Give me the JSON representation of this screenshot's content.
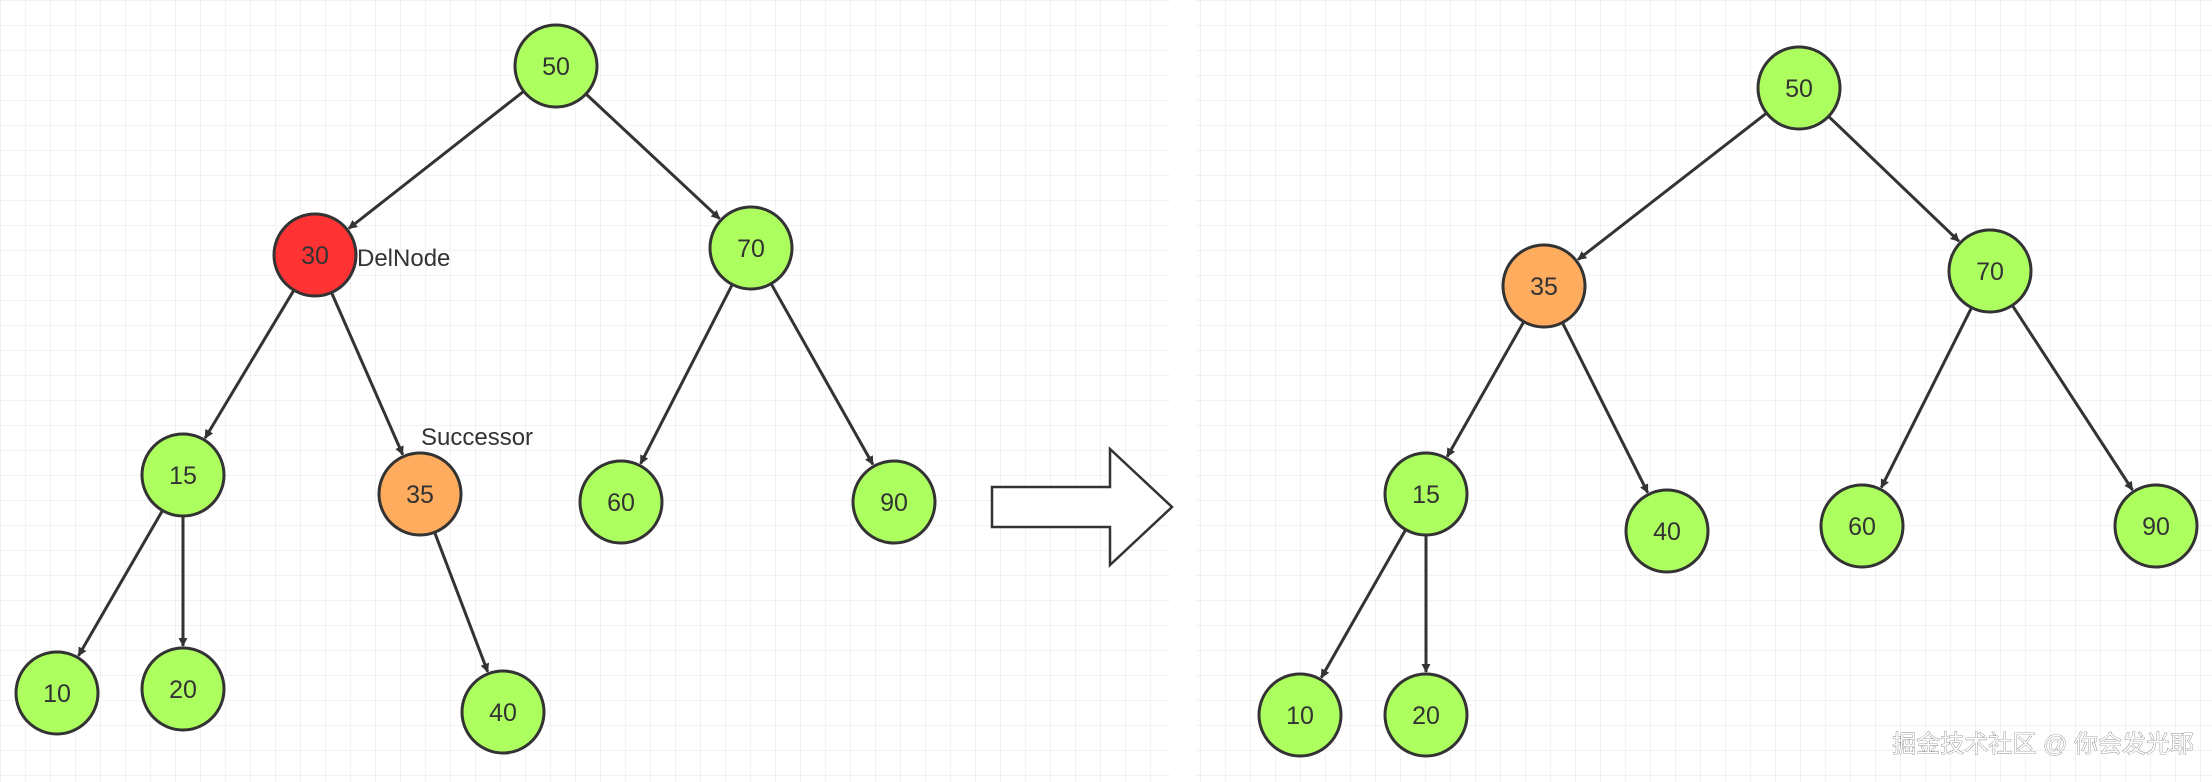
{
  "colors": {
    "normal_fill": "#ADFF5F",
    "delete_fill": "#FF3333",
    "successor_fill": "#FFAC5F",
    "stroke": "#333333",
    "grid": "#E6E6E6"
  },
  "before_tree": {
    "nodes": [
      {
        "id": "b50",
        "label": "50",
        "role": "normal"
      },
      {
        "id": "b30",
        "label": "30",
        "role": "delete"
      },
      {
        "id": "b70",
        "label": "70",
        "role": "normal"
      },
      {
        "id": "b15",
        "label": "15",
        "role": "normal"
      },
      {
        "id": "b35",
        "label": "35",
        "role": "successor"
      },
      {
        "id": "b60",
        "label": "60",
        "role": "normal"
      },
      {
        "id": "b90",
        "label": "90",
        "role": "normal"
      },
      {
        "id": "b10",
        "label": "10",
        "role": "normal"
      },
      {
        "id": "b20",
        "label": "20",
        "role": "normal"
      },
      {
        "id": "b40",
        "label": "40",
        "role": "normal"
      }
    ],
    "edges": [
      [
        "b50",
        "b30"
      ],
      [
        "b50",
        "b70"
      ],
      [
        "b30",
        "b15"
      ],
      [
        "b30",
        "b35"
      ],
      [
        "b70",
        "b60"
      ],
      [
        "b70",
        "b90"
      ],
      [
        "b15",
        "b10"
      ],
      [
        "b15",
        "b20"
      ],
      [
        "b35",
        "b40"
      ]
    ],
    "annotations": {
      "delnode": "DelNode",
      "successor": "Successor"
    }
  },
  "after_tree": {
    "nodes": [
      {
        "id": "a50",
        "label": "50",
        "role": "normal"
      },
      {
        "id": "a35",
        "label": "35",
        "role": "successor"
      },
      {
        "id": "a70",
        "label": "70",
        "role": "normal"
      },
      {
        "id": "a15",
        "label": "15",
        "role": "normal"
      },
      {
        "id": "a40",
        "label": "40",
        "role": "normal"
      },
      {
        "id": "a60",
        "label": "60",
        "role": "normal"
      },
      {
        "id": "a90",
        "label": "90",
        "role": "normal"
      },
      {
        "id": "a10",
        "label": "10",
        "role": "normal"
      },
      {
        "id": "a20",
        "label": "20",
        "role": "normal"
      }
    ],
    "edges": [
      [
        "a50",
        "a35"
      ],
      [
        "a50",
        "a70"
      ],
      [
        "a35",
        "a15"
      ],
      [
        "a35",
        "a40"
      ],
      [
        "a70",
        "a60"
      ],
      [
        "a70",
        "a90"
      ],
      [
        "a15",
        "a10"
      ],
      [
        "a15",
        "a20"
      ]
    ]
  },
  "watermark": "掘金技术社区 @ 你会发光耶"
}
